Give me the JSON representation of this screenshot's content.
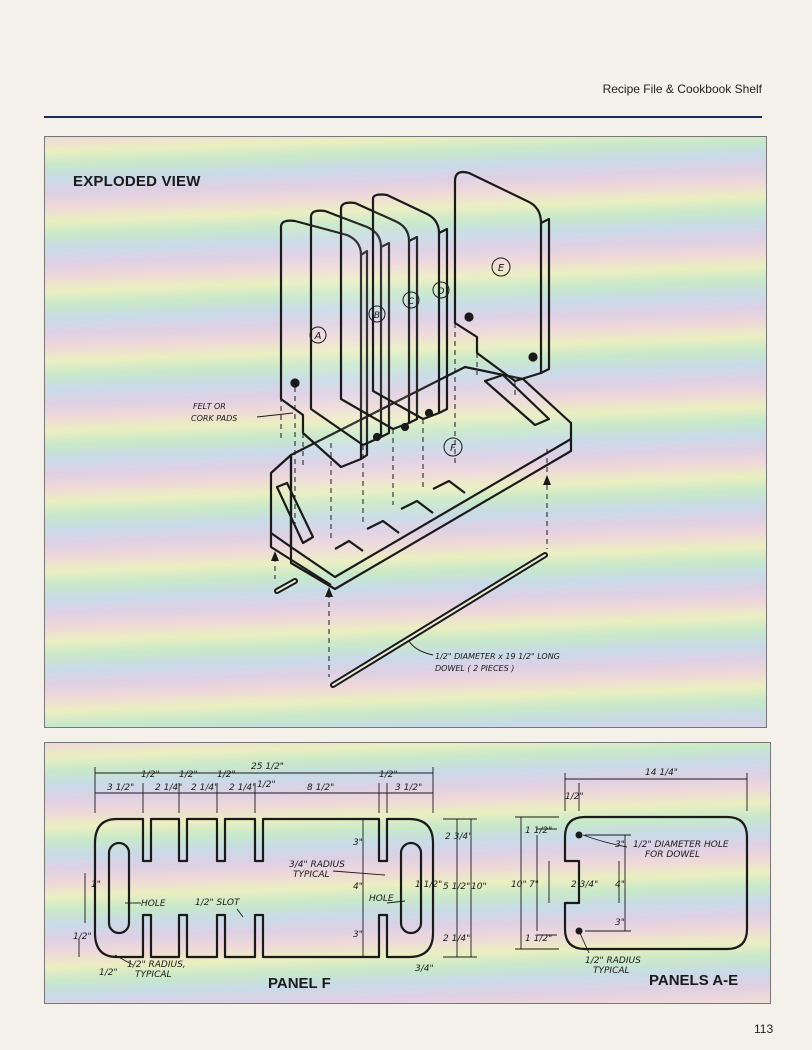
{
  "header": {
    "title": "Recipe File & Cookbook Shelf"
  },
  "exploded": {
    "title": "EXPLODED VIEW",
    "labels": {
      "a": "A",
      "b": "B",
      "c": "C",
      "d": "D",
      "e": "E",
      "f": "F"
    },
    "felt_note_1": "FELT OR",
    "felt_note_2": "CORK PADS",
    "dowel_note_1": "1/2\" DIAMETER x 19 1/2\" LONG",
    "dowel_note_2": "DOWEL ( 2 PIECES )"
  },
  "panel_f": {
    "title": "PANEL F",
    "overall": "25 1/2\"",
    "d_left": "3 1/2\"",
    "d_mid1": "2 1/4\"",
    "d_mid2": "2 1/4\"",
    "d_mid3": "2 1/4\"",
    "d_slot": "1/2\"",
    "d_slot2": "1/2\"",
    "d_slot3": "1/2\"",
    "d_slot4": "1/2\"",
    "d_slot5": "1/2\"",
    "d_center": "8 1/2\"",
    "d_right": "3 1/2\"",
    "radius_34_1": "3/4\" RADIUS",
    "radius_34_2": "TYPICAL",
    "slot_note": "1/2\" SLOT",
    "hole_left": "HOLE",
    "hole_right": "HOLE",
    "radius_half_1": "1/2\" RADIUS,",
    "radius_half_2": "TYPICAL",
    "v_3a": "3\"",
    "v_4": "4\"",
    "v_3b": "3\"",
    "v_2_34": "2 3/4\"",
    "v_5_12": "5 1/2\"",
    "v_10": "10\"",
    "v_2_14": "2 1/4\"",
    "v_1_12": "1 1/2\"",
    "v_1": "1\"",
    "v_12a": "1/2\"",
    "v_12b": "1/2\"",
    "v_34": "3/4\""
  },
  "panels_ae": {
    "title": "PANELS A-E",
    "width": "14 1/4\"",
    "w_12": "1/2\"",
    "hole_note_1": "1/2\" DIAMETER HOLE",
    "hole_note_2": "FOR DOWEL",
    "v_3a": "3\"",
    "v_4": "4\"",
    "v_3b": "3\"",
    "v_10": "10\"",
    "v_7": "7\"",
    "v_1_12a": "1 1/2\"",
    "v_1_12b": "1 1/2\"",
    "notch": "2 3/4\"",
    "radius_1": "1/2\" RADIUS",
    "radius_2": "TYPICAL"
  },
  "page_number": "113"
}
